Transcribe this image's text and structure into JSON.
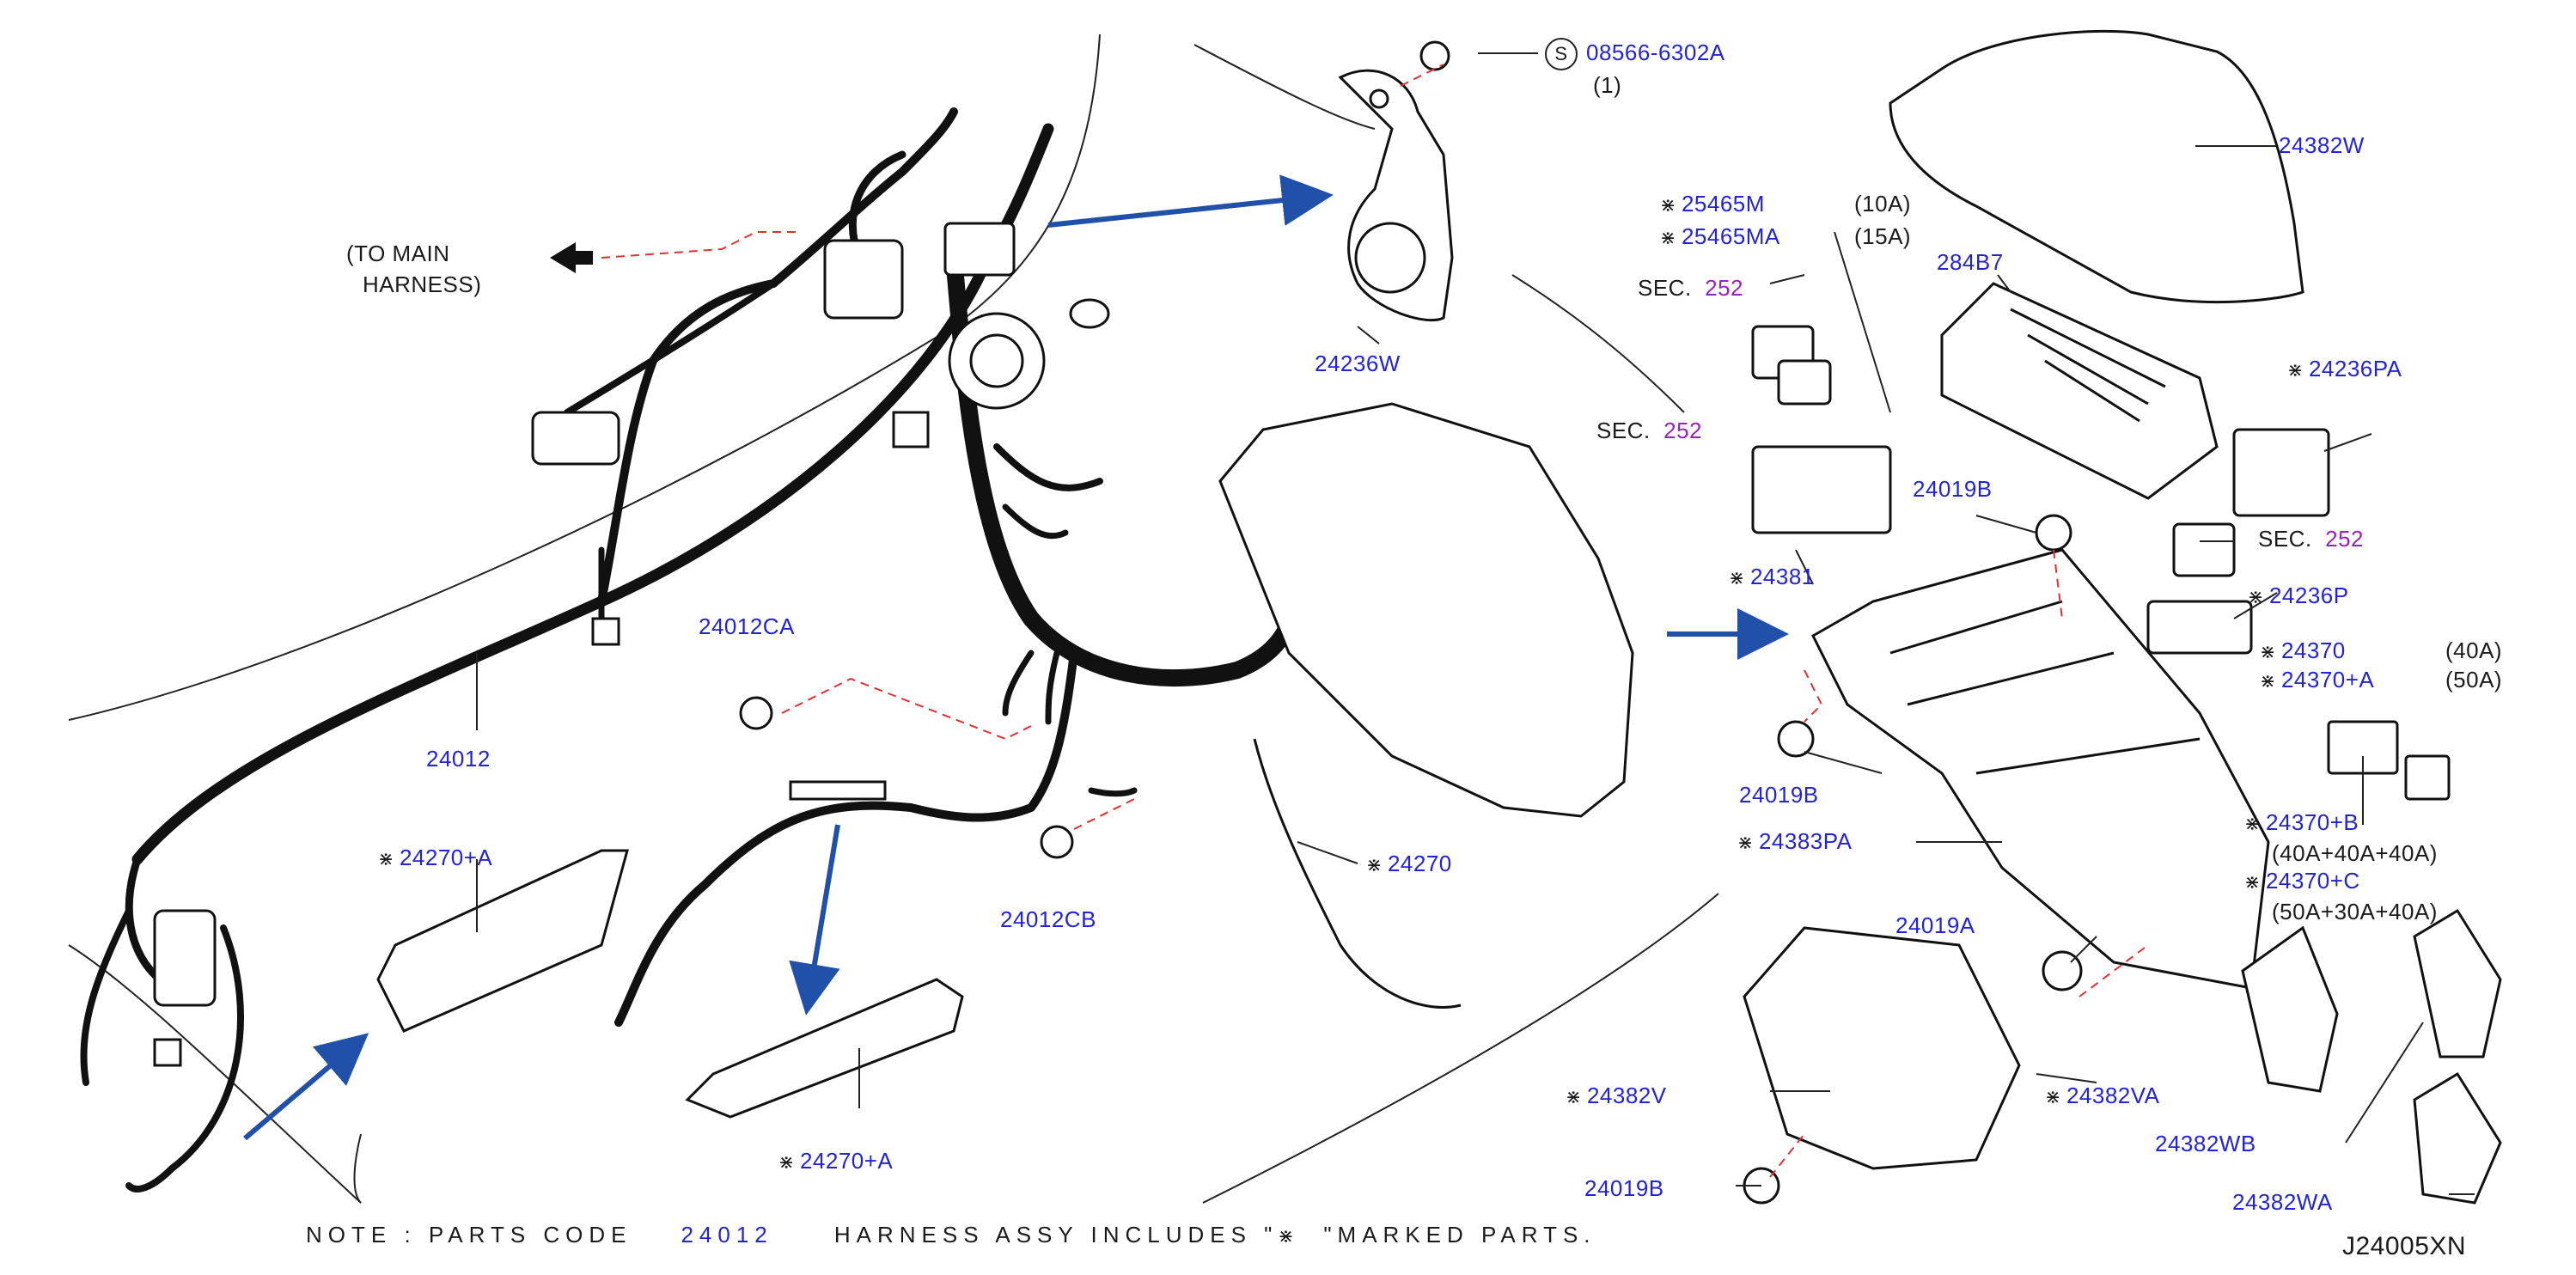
{
  "colors": {
    "part_number": "#2323d6",
    "section_ref": "#9922bb",
    "arrow": "#2050a8",
    "line": "#111111",
    "dash": "#e03030"
  },
  "icons": {
    "marked_part": "reference-mark-icon",
    "standard_part": "s-circle-icon"
  },
  "labels": {
    "to_main_line1": "(TO   MAIN",
    "to_main_line2": "HARNESS)",
    "p08566": "08566-6302A",
    "p08566_qty": "(1)",
    "s_mark": "S",
    "p24236W": "24236W",
    "p24012CA": "24012CA",
    "p24012": "24012",
    "p24270A_top": "24270+A",
    "p24270A_bottom": "24270+A",
    "p24012CB": "24012CB",
    "p24270": "24270",
    "p25465M": "25465M",
    "p25465M_amp": "(10A)",
    "p25465MA": "25465MA",
    "p25465MA_amp": "(15A)",
    "sec": "SEC.",
    "sec_num": "252",
    "p284B7": "284B7",
    "p24382W": "24382W",
    "p24236PA": "24236PA",
    "p24019B_a": "24019B",
    "p24381": "24381",
    "p24236P": "24236P",
    "p24370": "24370",
    "p24370_amp": "(40A)",
    "p24370A": "24370+A",
    "p24370A_amp": "(50A)",
    "p24019B_b": "24019B",
    "p24383PA": "24383PA",
    "p24370B": "24370+B",
    "p24370B_amp": "(40A+40A+40A)",
    "p24370C": "24370+C",
    "p24370C_amp": "(50A+30A+40A)",
    "p24019A": "24019A",
    "p24382V": "24382V",
    "p24382VA": "24382VA",
    "p24382WB": "24382WB",
    "p24019B_c": "24019B",
    "p24382WA": "24382WA"
  },
  "note": {
    "prefix": "NOTE  :  PARTS   CODE",
    "code": "24012",
    "middle": "HARNESS   ASSY     INCLUDES   \"",
    "suffix": "\"MARKED   PARTS."
  },
  "diagram_id": "J24005XN"
}
